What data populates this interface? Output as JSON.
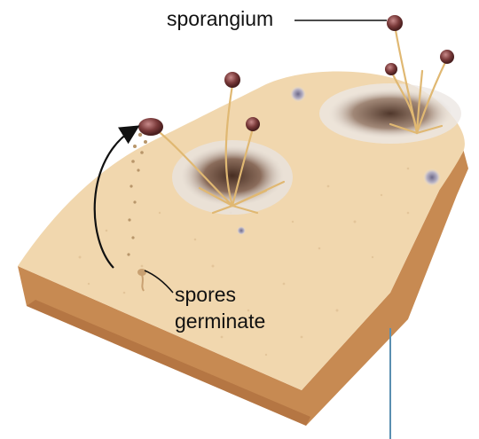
{
  "labels": {
    "sporangium": "sporangium",
    "spores_line1": "spores",
    "spores_line2": "germinate"
  },
  "colors": {
    "bread_top": "#f1d7ae",
    "bread_crust": "#c78a52",
    "crust_dark": "#a8693a",
    "mold_dark": "#5a3a28",
    "sporangium": "#7a3a3a",
    "hyphae": "#e0b872",
    "arrow": "#111111",
    "pointer_line": "#5a8fb0"
  }
}
